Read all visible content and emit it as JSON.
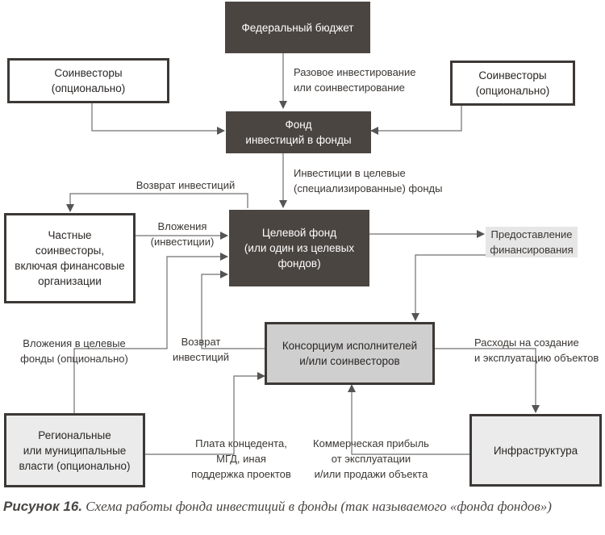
{
  "boxes": {
    "federal": "Федеральный бюджет",
    "coinv_left": "Соинвесторы\n(опционально)",
    "coinv_right": "Соинвесторы\n(опционально)",
    "fund": "Фонд\nинвестиций в фонды",
    "private": "Частные соинвесторы,\nвключая финансовые\nорганизации",
    "target": "Целевой фонд\n(или один из целевых\nфондов)",
    "consortium": "Консорциум исполнителей\nи/или соинвесторов",
    "regional": "Региональные\nили муниципальные\nвласти (опционально)",
    "infra": "Инфраструктура"
  },
  "labels": {
    "one_time": "Разовое инвестирование\nили соинвестирование",
    "target_invest": "Инвестиции в целевые\n(специализированные) фонды",
    "return_top": "Возврат инвестиций",
    "investments": "Вложения\n(инвестиции)",
    "provision": "Предоставление\nфинансирования",
    "target_optional": "Вложения в целевые\nфонды (опционально)",
    "return_mid": "Возврат\nинвестиций",
    "costs": "Расходы на создание\nи эксплуатацию объектов",
    "concession": "Плата концедента,\nМГД, иная\nподдержка проектов",
    "profit": "Коммерческая прибыль\nот эксплуатации\nи/или продажи объекта"
  },
  "caption": {
    "prefix": "Рисунок 16.",
    "text": "Схема работы фонда инвестиций в фонды (так называемого «фонда фондов»)"
  }
}
